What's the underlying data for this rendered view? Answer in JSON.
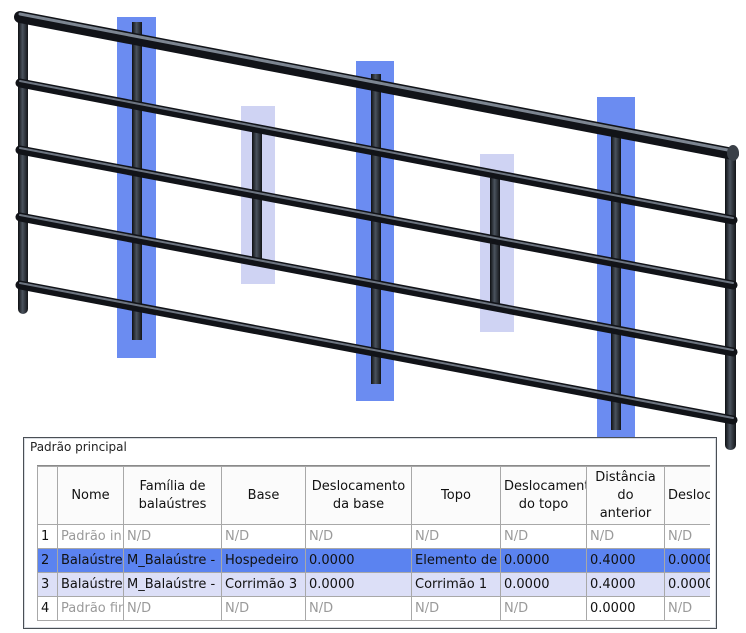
{
  "panel": {
    "title": "Padrão principal"
  },
  "grid": {
    "columns": [
      "Nome",
      "Família de balaústres",
      "Base",
      "Deslocamento da base",
      "Topo",
      "Deslocamento do topo",
      "Distância do anterior",
      "Deslocamento"
    ],
    "rows": [
      {
        "num": "1",
        "state": "na",
        "cells": [
          "Padrão inicial",
          "N/D",
          "N/D",
          "N/D",
          "N/D",
          "N/D",
          "N/D",
          "N/D"
        ]
      },
      {
        "num": "2",
        "state": "selected",
        "cells": [
          "Balaústre",
          "M_Balaústre - ",
          "Hospedeiro",
          "0.0000",
          "Elemento de",
          "0.0000",
          "0.4000",
          "0.0000"
        ]
      },
      {
        "num": "3",
        "state": "highlight",
        "cells": [
          "Balaústre",
          "M_Balaústre - ",
          "Corrimão 3",
          "0.0000",
          "Corrimão 1",
          "0.0000",
          "0.4000",
          "0.0000"
        ]
      },
      {
        "num": "4",
        "state": "na",
        "cells": [
          "Padrão final",
          "N/D",
          "N/D",
          "N/D",
          "N/D",
          "N/D",
          "0.0000",
          "N/D"
        ]
      }
    ]
  },
  "colors": {
    "selection_strong": "#5b83f0",
    "selection_light": "#dcdff7",
    "railing_metal": "#2b2f36",
    "na_text": "#9a9a9a"
  }
}
